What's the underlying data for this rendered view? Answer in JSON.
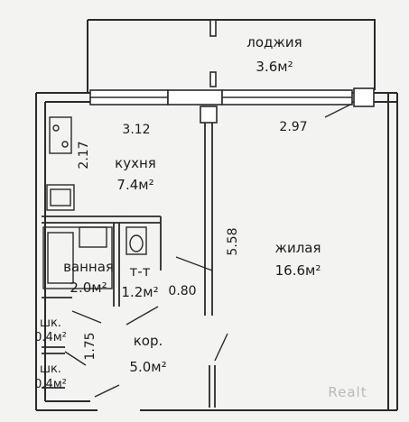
{
  "rooms": {
    "loggia": {
      "name": "лоджия",
      "area": "3.6м²"
    },
    "kitchen": {
      "name": "кухня",
      "area": "7.4м²"
    },
    "living": {
      "name": "жилая",
      "area": "16.6м²"
    },
    "bathroom": {
      "name": "ванная",
      "area": "2.0м²"
    },
    "toilet": {
      "name": "т-т",
      "area": "1.2м²"
    },
    "corridor": {
      "name": "кор.",
      "area": "5.0м²"
    },
    "closet_top": {
      "name": "шк.",
      "area": "0.4м²"
    },
    "closet_bottom": {
      "name": "шк.",
      "area": "0.4м²"
    }
  },
  "dimensions": {
    "kitchen_width": "3.12",
    "kitchen_depth": "2.17",
    "living_width": "2.97",
    "living_length": "5.58",
    "door_width": "0.80",
    "corridor_length": "1.75"
  },
  "watermark": "Realt"
}
